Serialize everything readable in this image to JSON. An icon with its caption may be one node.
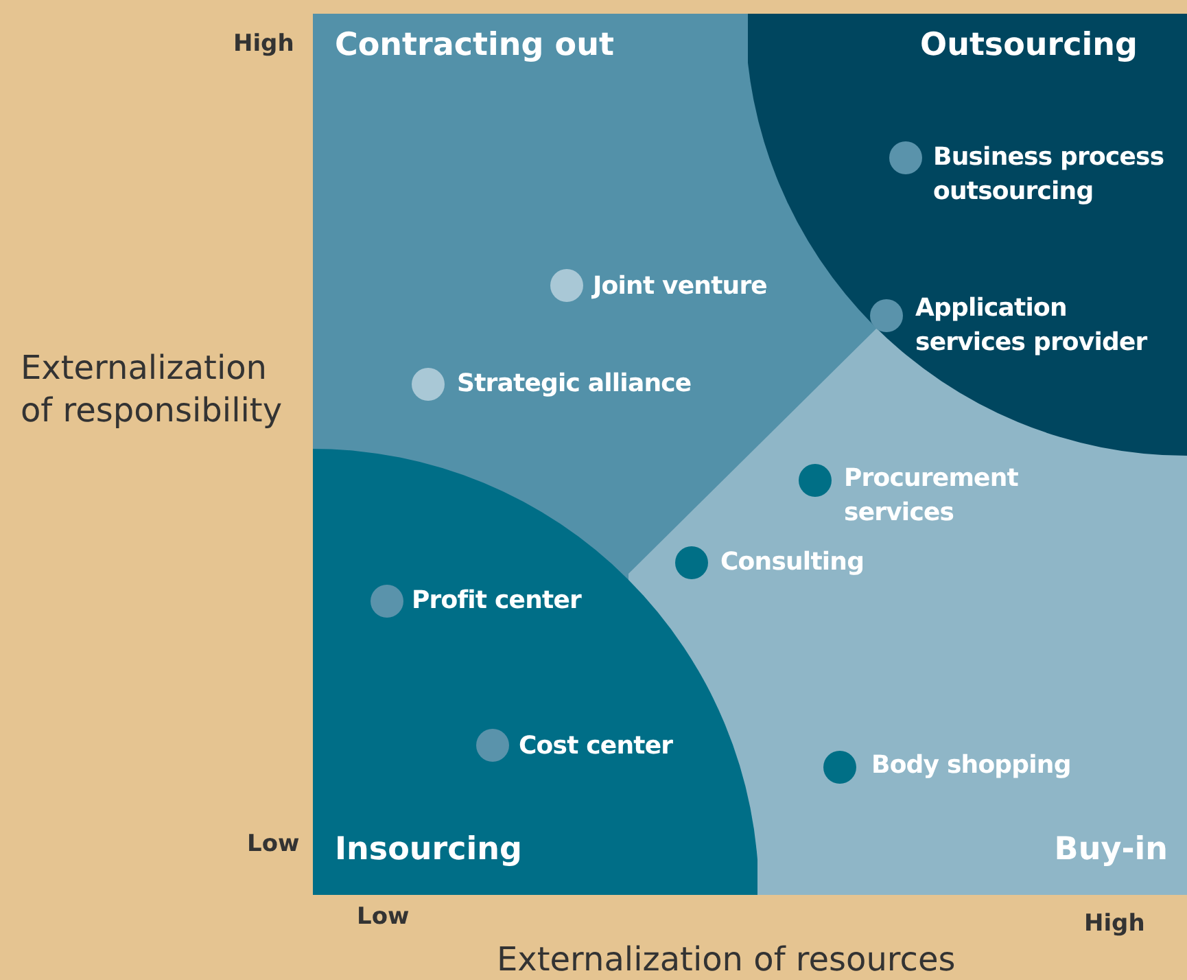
{
  "diagram": {
    "nodes": [
      {
        "text": [
          "Contracting out"
        ]
      },
      {
        "text": [
          "Outsourcing"
        ]
      },
      {
        "text": [
          "Insourcing"
        ]
      },
      {
        "text": [
          "Buy-in"
        ]
      }
    ],
    "labels": [
      "High",
      "Business process outsourcing",
      "Joint venture",
      "Application services provider",
      "Externalization of responsibility",
      "Strategic alliance",
      "Procurement services",
      "Consulting",
      "Profit center",
      "Cost center",
      "Body shopping",
      "Low",
      "Low",
      "High",
      "Externalization of resources"
    ]
  }
}
